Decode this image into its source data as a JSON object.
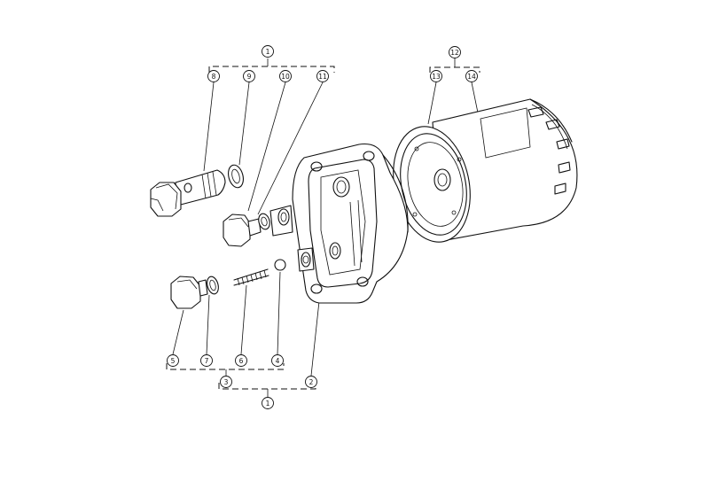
{
  "callouts": {
    "c1_top": "1",
    "c1_bottom": "1",
    "c2": "2",
    "c3": "3",
    "c4": "4",
    "c5": "5",
    "c6": "6",
    "c7": "7",
    "c8": "8",
    "c9": "9",
    "c10": "10",
    "c11": "11",
    "c12": "12",
    "c13": "13",
    "c14": "14"
  }
}
